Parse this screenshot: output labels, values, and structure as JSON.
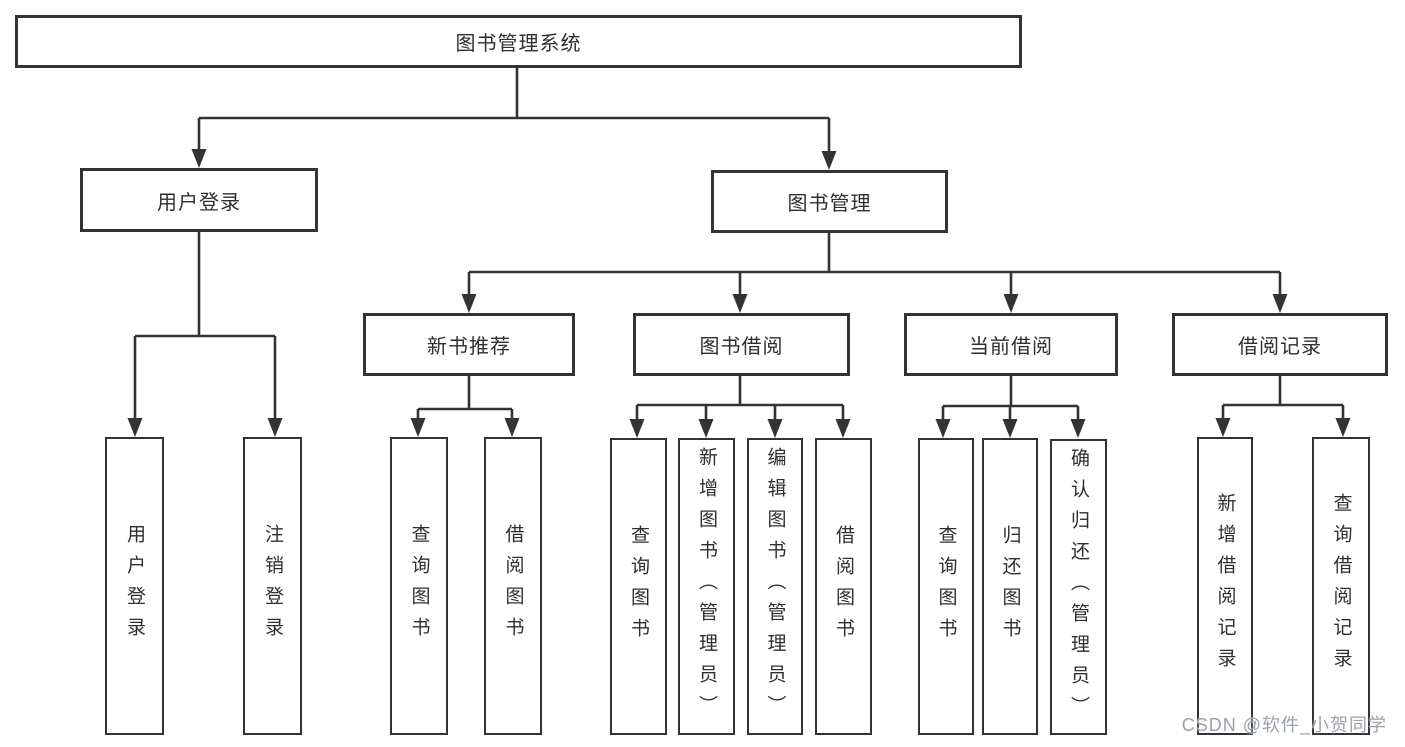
{
  "diagram": {
    "root": {
      "label": "图书管理系统"
    },
    "branches": [
      {
        "label": "用户登录",
        "children": [
          {
            "label": "用户登录"
          },
          {
            "label": "注销登录"
          }
        ]
      },
      {
        "label": "图书管理",
        "children": [
          {
            "label": "新书推荐",
            "children": [
              {
                "label": "查询图书"
              },
              {
                "label": "借阅图书"
              }
            ]
          },
          {
            "label": "图书借阅",
            "children": [
              {
                "label": "查询图书"
              },
              {
                "label": "新增图书（管理员）"
              },
              {
                "label": "编辑图书（管理员）"
              },
              {
                "label": "借阅图书"
              }
            ]
          },
          {
            "label": "当前借阅",
            "children": [
              {
                "label": "查询图书"
              },
              {
                "label": "归还图书"
              },
              {
                "label": "确认归还（管理员）"
              }
            ]
          },
          {
            "label": "借阅记录",
            "children": [
              {
                "label": "新增借阅记录"
              },
              {
                "label": "查询借阅记录"
              }
            ]
          }
        ]
      }
    ]
  },
  "watermark": {
    "text": "CSDN @软件_小贺同学"
  },
  "colors": {
    "stroke": "#333333",
    "text": "#2f2f2f",
    "background": "#ffffff",
    "watermark": "#9ba1a8"
  }
}
